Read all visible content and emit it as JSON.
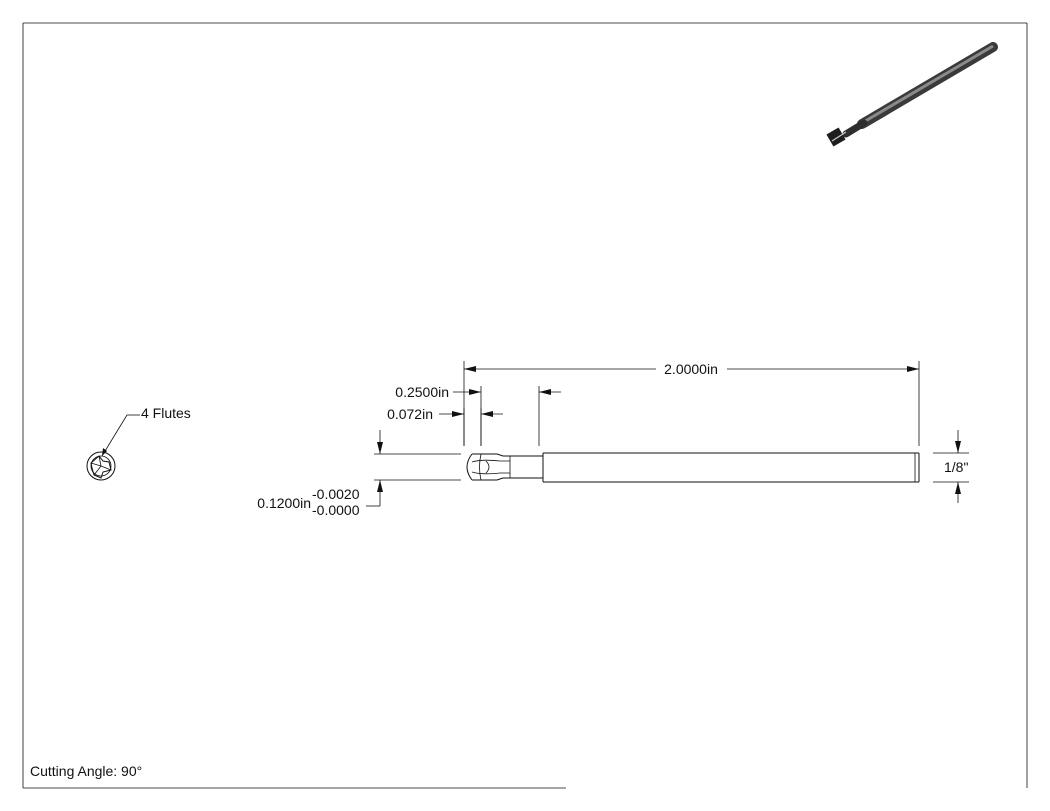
{
  "drawing": {
    "overall_length": "2.0000in",
    "neck_length": "0.2500in",
    "cut_length": "0.072in",
    "cut_diameter": "0.1200in",
    "tolerance_upper": "-0.0020",
    "tolerance_lower": "-0.0000",
    "shank_diameter": "1/8\"",
    "flute_callout": "4 Flutes",
    "cutting_angle": "Cutting Angle: 90°"
  }
}
